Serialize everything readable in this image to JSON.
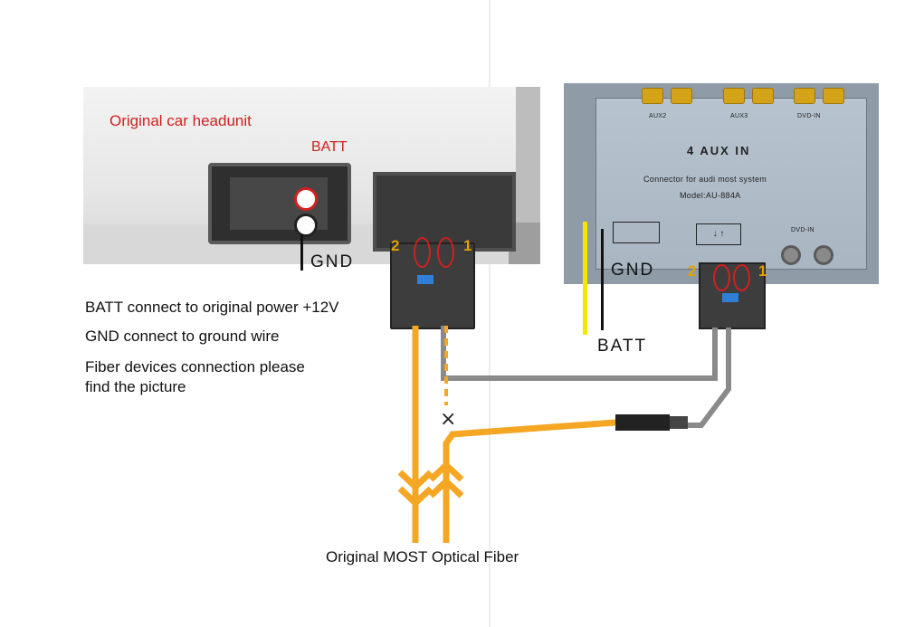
{
  "headunit": {
    "title": "Original car headunit",
    "batt_label": "BATT",
    "gnd_label": "GND",
    "pin_left": "2",
    "pin_right": "1"
  },
  "box": {
    "inputs": [
      "AUX2",
      "AUX3",
      "DVD-IN"
    ],
    "title": "4 AUX IN",
    "subtitle": "Connector for audi most system",
    "model": "Model:AU-884A",
    "dvd_in": "DVD-IN",
    "updown": "↓ ↑",
    "gnd_label": "GND",
    "batt_label": "BATT",
    "pin_left": "2",
    "pin_right": "1"
  },
  "notes": {
    "line1": "BATT connect to original power +12V",
    "line2": "GND connect to ground wire",
    "line3a": "Fiber devices connection please",
    "line3b": "find the picture"
  },
  "fiber": {
    "cut_mark": "×",
    "caption": "Original MOST Optical Fiber"
  },
  "colors": {
    "accent_red": "#d21f1f",
    "fiber_orange": "#f5a623",
    "batt_yellow": "#f7e600",
    "cable_gray": "#8a8a8a"
  }
}
